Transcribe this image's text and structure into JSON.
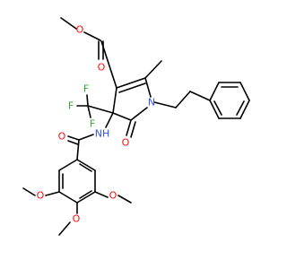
{
  "colors": {
    "background": "#ffffff",
    "bond": "#000000",
    "oxygen": "#ff0d0d",
    "nitrogen": "#3050f8",
    "fluorine": "#32a832"
  },
  "atoms": {
    "o_ester_carbonyl": "O",
    "o_ester_ether": "O",
    "f_1": "F",
    "f_2": "F",
    "f_3": "F",
    "n_ring": "N",
    "o_lactam": "O",
    "nh_amide": "NH",
    "o_amide": "O",
    "o_methoxy_left": "O",
    "o_methoxy_right": "O",
    "o_methoxy_para": "O"
  }
}
